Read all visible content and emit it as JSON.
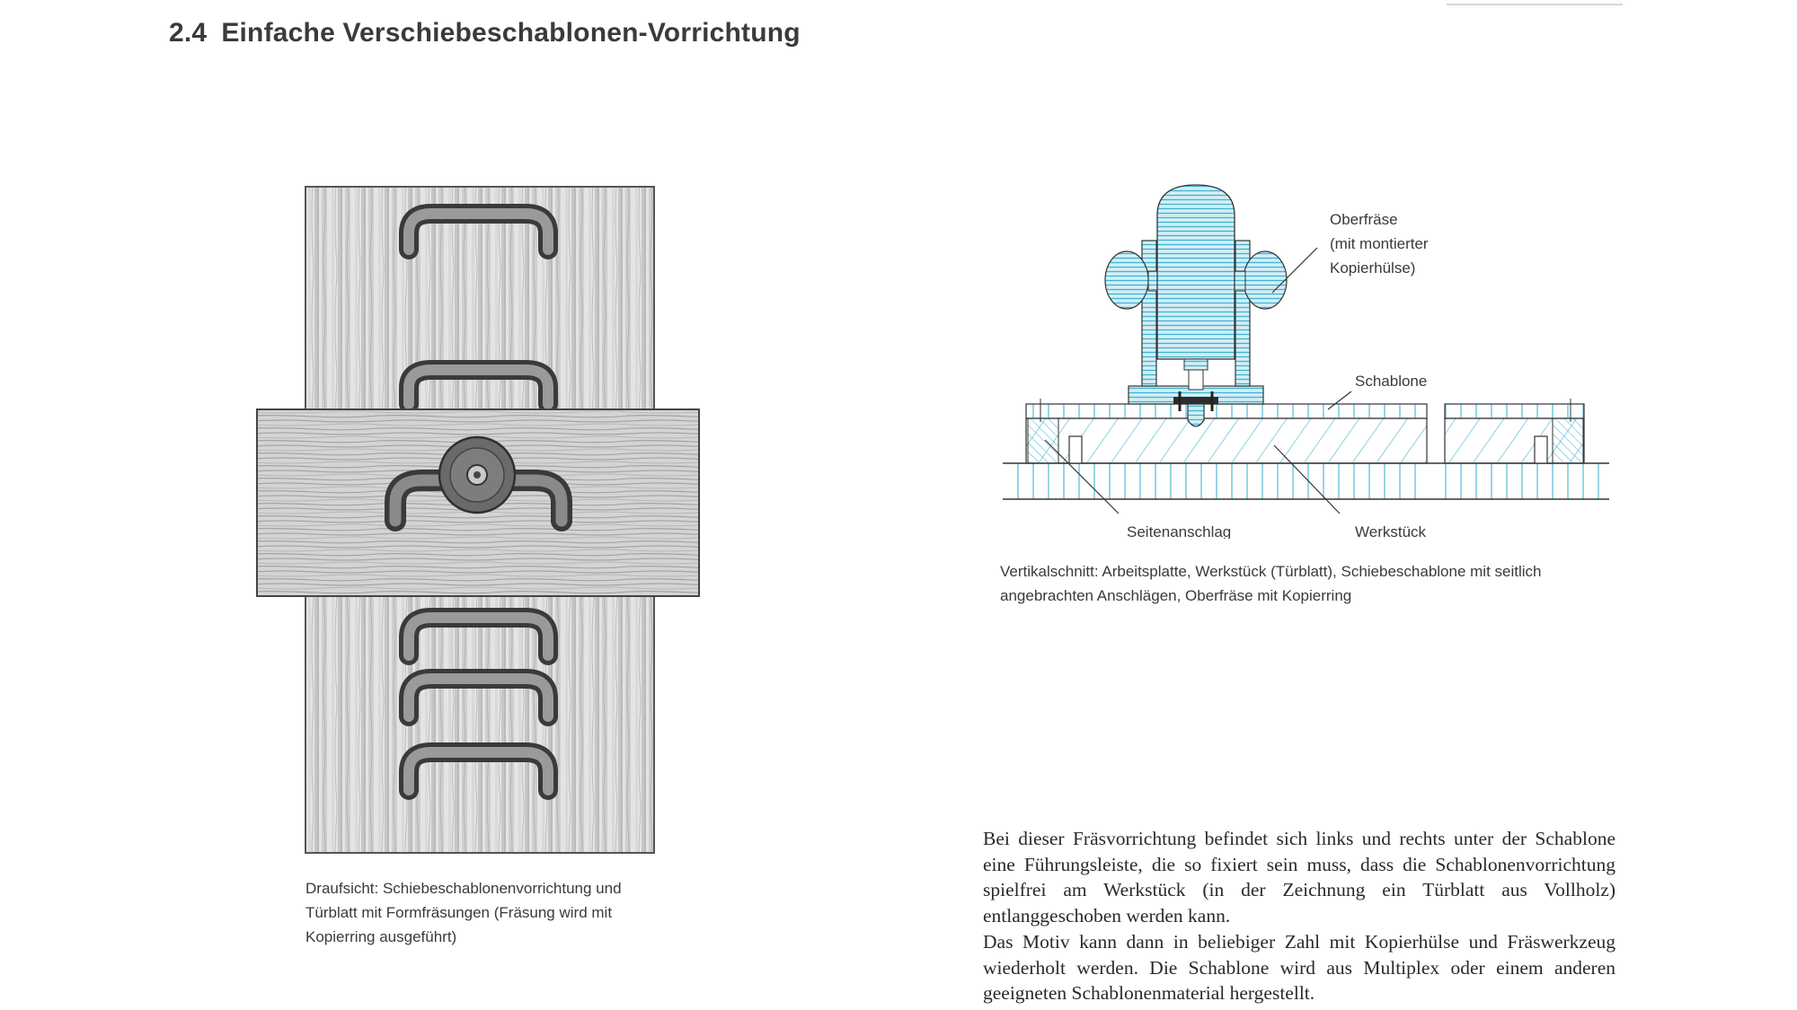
{
  "header": {
    "section_number": "2.4",
    "section_title": "Einfache Verschiebeschablonen-Vorrichtung"
  },
  "figure_left": {
    "caption": "Draufsicht: Schiebeschablonenvorrichtung und Türblatt mit Formfräsungen (Fräsung wird mit Kopierring ausgeführt)"
  },
  "figure_right": {
    "labels": {
      "router_line1": "Oberfräse",
      "router_line2": "(mit montierter",
      "router_line3": "Kopierhülse)",
      "template": "Schablone",
      "side_stop": "Seitenanschlag",
      "workpiece": "Werkstück"
    },
    "caption": "Vertikalschnitt: Arbeitsplatte, Werkstück (Türblatt), Schiebeschablone mit seitlich angebrachten Anschlägen, Oberfräse mit Kopierring"
  },
  "body": {
    "paragraph1": "Bei dieser Fräsvorrichtung befindet sich links und rechts unter der Schablone eine Führungsleiste, die so fixiert sein muss, dass die Schablonenvorrichtung spielfrei am Werkstück (in der Zeichnung ein Türblatt aus Vollholz) entlanggeschoben werden kann.",
    "paragraph2": "Das Motiv kann dann in beliebiger Zahl mit Kopierhülse und Fräswerkzeug wiederholt werden. Die Schablone wird aus Multiplex oder einem anderen geeigneten Schablonenmaterial hergestellt."
  },
  "colors": {
    "drawing_blue": "#3fb4d2",
    "drawing_blue_fill": "#bfe6f1",
    "pencil_gray": "#8a8a8a"
  }
}
